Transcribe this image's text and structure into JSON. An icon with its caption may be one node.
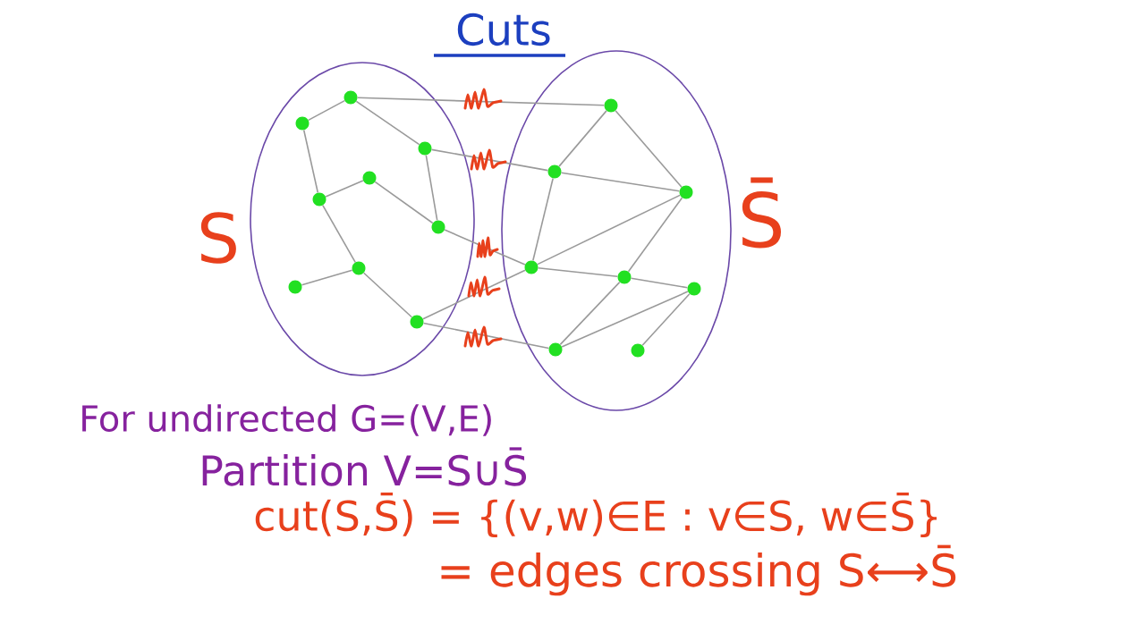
{
  "diagram": {
    "title": "Cuts",
    "nodes": [
      {
        "text": [
          "S"
        ]
      },
      {
        "text": [],
        "shape": "circle",
        "in": 0
      },
      {
        "text": [],
        "shape": "circle",
        "in": 0
      },
      {
        "text": [],
        "shape": "circle",
        "in": 0
      },
      {
        "text": [],
        "shape": "circle",
        "in": 0
      },
      {
        "text": [],
        "shape": "circle",
        "in": 0
      },
      {
        "text": [],
        "shape": "circle",
        "in": 0
      },
      {
        "text": [],
        "shape": "circle",
        "in": 0
      },
      {
        "text": [],
        "shape": "circle",
        "in": 0
      },
      {
        "text": [],
        "shape": "circle",
        "in": 0
      },
      {
        "text": [
          "S̄"
        ]
      },
      {
        "text": [],
        "shape": "circle",
        "in": 10
      },
      {
        "text": [],
        "shape": "circle",
        "in": 10
      },
      {
        "text": [],
        "shape": "circle",
        "in": 10
      },
      {
        "text": [],
        "shape": "circle",
        "in": 10
      },
      {
        "text": [],
        "shape": "circle",
        "in": 10
      },
      {
        "text": [],
        "shape": "circle",
        "in": 10
      },
      {
        "text": [],
        "shape": "circle",
        "in": 10
      },
      {
        "text": [],
        "shape": "circle",
        "in": 10
      }
    ],
    "edges": [
      {
        "from": 1,
        "to": 2,
        "arrow": "none"
      },
      {
        "from": 1,
        "to": 3,
        "arrow": "none"
      },
      {
        "from": 2,
        "to": 5,
        "arrow": "none"
      },
      {
        "from": 3,
        "to": 6,
        "arrow": "none"
      },
      {
        "from": 5,
        "to": 4,
        "arrow": "none"
      },
      {
        "from": 4,
        "to": 6,
        "arrow": "none"
      },
      {
        "from": 5,
        "to": 7,
        "arrow": "none"
      },
      {
        "from": 7,
        "to": 8,
        "arrow": "none"
      },
      {
        "from": 7,
        "to": 9,
        "arrow": "none"
      },
      {
        "from": 1,
        "to": 11,
        "arrow": "none"
      },
      {
        "from": 3,
        "to": 12,
        "arrow": "none"
      },
      {
        "from": 6,
        "to": 14,
        "arrow": "none"
      },
      {
        "from": 9,
        "to": 14,
        "arrow": "none"
      },
      {
        "from": 9,
        "to": 17,
        "arrow": "none"
      },
      {
        "from": 11,
        "to": 12,
        "arrow": "none"
      },
      {
        "from": 11,
        "to": 13,
        "arrow": "none"
      },
      {
        "from": 12,
        "to": 13,
        "arrow": "none"
      },
      {
        "from": 12,
        "to": 14,
        "arrow": "none"
      },
      {
        "from": 14,
        "to": 13,
        "arrow": "none"
      },
      {
        "from": 13,
        "to": 15,
        "arrow": "none"
      },
      {
        "from": 14,
        "to": 15,
        "arrow": "none"
      },
      {
        "from": 15,
        "to": 16,
        "arrow": "none"
      },
      {
        "from": 15,
        "to": 17,
        "arrow": "none"
      },
      {
        "from": 16,
        "to": 17,
        "arrow": "none"
      },
      {
        "from": 16,
        "to": 18,
        "arrow": "none"
      }
    ],
    "labels": [
      "For undirected G=(V,E)",
      "Partition V=S∪S̄",
      "cut(S,S̄) = {(v,w)∈E : v∈S, w∈S̄}",
      "= edges crossing S⟷S̄"
    ]
  }
}
